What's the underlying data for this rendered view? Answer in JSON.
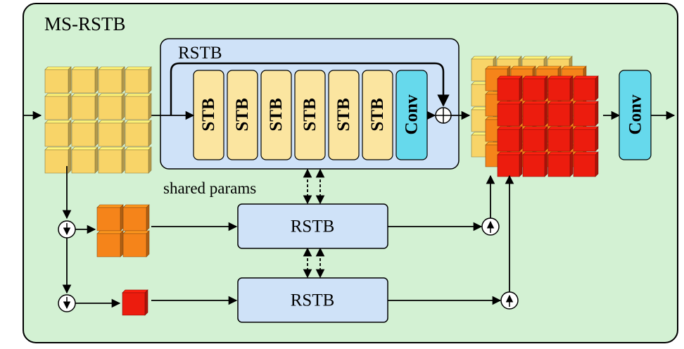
{
  "diagram": {
    "title": "MS-RSTB",
    "rstb_main_label": "RSTB",
    "stb_label": "STB",
    "stb_count": 6,
    "conv_label": "Conv",
    "shared_params_label": "shared params",
    "rstb_branch_label": "RSTB",
    "output_conv_label": "Conv"
  },
  "colors": {
    "panel_bg": "#d3f1d3",
    "rstb_bg": "#cfe2f8",
    "stb_fill": "#fbe5a0",
    "conv_fill": "#66d9ec",
    "cube_yellow": "#f8d468",
    "cube_orange": "#f5841a",
    "cube_red": "#ec1c0e"
  }
}
